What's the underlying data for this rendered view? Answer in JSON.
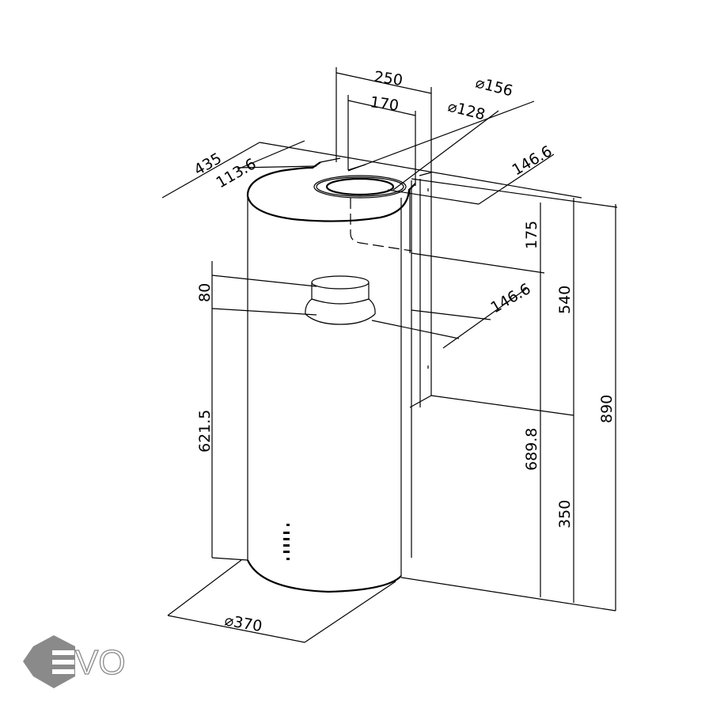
{
  "dimensions": {
    "width_top": "250",
    "duct_outer": "⌀156",
    "width_inner": "170",
    "duct_inner": "⌀128",
    "depth_total": "435",
    "depth_offset": "113.6",
    "top_offset_right": "146.6",
    "top_to_outlet": "175",
    "bracket_height": "540",
    "total_height": "890",
    "outlet_height": "80",
    "outlet_offset_right": "146.6",
    "outlet_to_bottom": "621.5",
    "outlet_center_height": "689.8",
    "lower_height": "350",
    "diameter": "⌀370"
  },
  "logo": {
    "text": "EVO",
    "color": "#8a8a8a"
  }
}
